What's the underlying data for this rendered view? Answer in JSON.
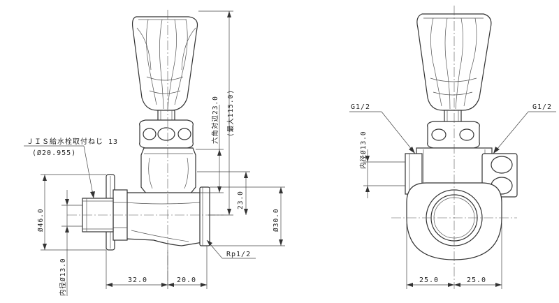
{
  "side_view": {
    "jis_note": "ＪＩＳ給水栓取付ねじ 13",
    "jis_dia": "(Ø20.955)",
    "dim_46": "Ø46.0",
    "dim_13_inner": "内径Ø13.0",
    "hex_23": "六角対辺23.0",
    "max_115": "(最大115.0)",
    "dim_23": "23.0",
    "dim_30": "Ø30.0",
    "dim_32": "32.0",
    "dim_20": "20.0",
    "rp": "Rp1/2"
  },
  "front_view": {
    "g_left": "G1/2",
    "g_right": "G1/2",
    "dim_13_inner": "内径Ø13.0",
    "dim_25_left": "25.0",
    "dim_25_right": "25.0"
  },
  "colors": {
    "line": "#333333",
    "background": "#ffffff"
  }
}
